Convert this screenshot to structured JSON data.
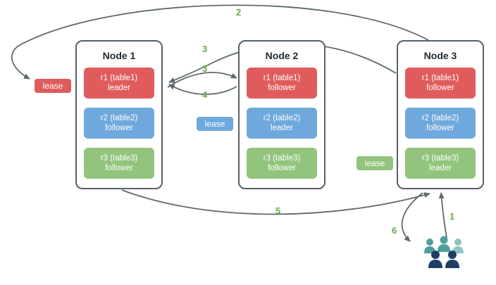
{
  "diagram": {
    "nodes": [
      {
        "title": "Node 1",
        "replicas": [
          {
            "name": "r1 (table1)",
            "role": "leader",
            "color": "#e05c5c"
          },
          {
            "name": "r2 (table2)",
            "role": "follower",
            "color": "#6fa8dc"
          },
          {
            "name": "r3 (table3)",
            "role": "follower",
            "color": "#93c47d"
          }
        ]
      },
      {
        "title": "Node 2",
        "replicas": [
          {
            "name": "r1 (table1)",
            "role": "follower",
            "color": "#e05c5c"
          },
          {
            "name": "r2 (table2)",
            "role": "leader",
            "color": "#6fa8dc"
          },
          {
            "name": "r3 (table3)",
            "role": "follower",
            "color": "#93c47d"
          }
        ]
      },
      {
        "title": "Node 3",
        "replicas": [
          {
            "name": "r1 (table1)",
            "role": "follower",
            "color": "#e05c5c"
          },
          {
            "name": "r2 (table2)",
            "role": "follower",
            "color": "#6fa8dc"
          },
          {
            "name": "r3 (table3)",
            "role": "leader",
            "color": "#93c47d"
          }
        ]
      }
    ],
    "leases": [
      {
        "label": "lease",
        "color": "#e05c5c"
      },
      {
        "label": "lease",
        "color": "#6fa8dc"
      },
      {
        "label": "lease",
        "color": "#93c47d"
      }
    ],
    "steps": [
      {
        "text": "2"
      },
      {
        "text": "3"
      },
      {
        "text": "3"
      },
      {
        "text": "4"
      },
      {
        "text": "5"
      },
      {
        "text": "6"
      },
      {
        "text": "1"
      }
    ],
    "colors": {
      "step_label": "#6aa84f",
      "arrow": "#5f6b6b",
      "node_border": "#56616b",
      "users_teal": "#4f9e9b",
      "users_light_teal": "#8fc4c1",
      "users_dark": "#1f3f66"
    }
  }
}
